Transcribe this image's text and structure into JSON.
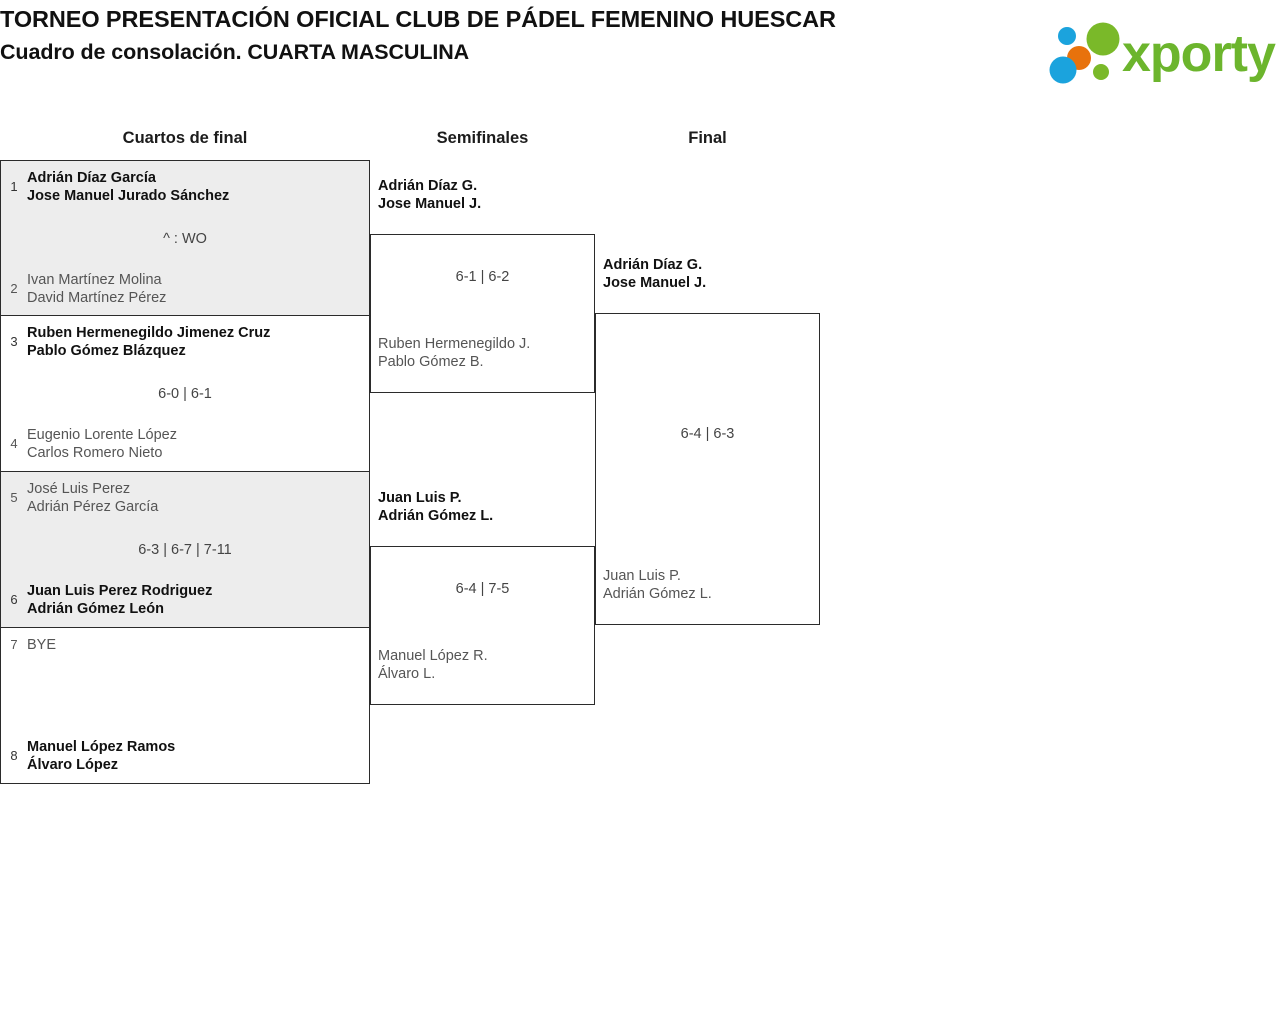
{
  "header": {
    "title_line1": "TORNEO PRESENTACIÓN OFICIAL CLUB DE PÁDEL FEMENINO HUESCAR",
    "title_line2": "Cuadro de consolación. CUARTA MASCULINA",
    "brand": {
      "name": "xporty",
      "text_color": "#6cb52d",
      "dot_blue": "#1ba3dd",
      "dot_orange": "#e8720c",
      "dot_green": "#7ab929"
    }
  },
  "rounds": [
    {
      "id": "qf",
      "label": "Cuartos de final"
    },
    {
      "id": "sf",
      "label": "Semifinales"
    },
    {
      "id": "f",
      "label": "Final"
    }
  ],
  "matches": {
    "qf1": {
      "score": "^ : WO",
      "top": {
        "seed": "1",
        "p1": "Adrián Díaz García",
        "p2": "Jose Manuel Jurado Sánchez",
        "winner": true
      },
      "bottom": {
        "seed": "2",
        "p1": "Ivan Martínez Molina",
        "p2": "David Martínez Pérez",
        "winner": false
      }
    },
    "qf2": {
      "score": "6-0 | 6-1",
      "top": {
        "seed": "3",
        "p1": "Ruben Hermenegildo Jimenez Cruz",
        "p2": "Pablo Gómez Blázquez",
        "winner": true
      },
      "bottom": {
        "seed": "4",
        "p1": "Eugenio Lorente López",
        "p2": "Carlos Romero Nieto",
        "winner": false
      }
    },
    "qf3": {
      "score": "6-3 | 6-7 | 7-11",
      "top": {
        "seed": "5",
        "p1": "José Luis Perez",
        "p2": "Adrián Pérez García",
        "winner": false
      },
      "bottom": {
        "seed": "6",
        "p1": "Juan Luis Perez Rodriguez",
        "p2": "Adrián Gómez León",
        "winner": true
      }
    },
    "qf4": {
      "score": "",
      "top": {
        "seed": "7",
        "p1": "BYE",
        "p2": "",
        "winner": false
      },
      "bottom": {
        "seed": "8",
        "p1": "Manuel López Ramos",
        "p2": "Álvaro López",
        "winner": true
      }
    },
    "sf1": {
      "score": "6-1 | 6-2",
      "top": {
        "seed": "",
        "p1": "Adrián Díaz G.",
        "p2": "Jose Manuel J.",
        "winner": true
      },
      "bottom": {
        "seed": "",
        "p1": "Ruben Hermenegildo J.",
        "p2": "Pablo Gómez B.",
        "winner": false
      }
    },
    "sf2": {
      "score": "6-4 | 7-5",
      "top": {
        "seed": "",
        "p1": "Juan Luis P.",
        "p2": "Adrián Gómez L.",
        "winner": true
      },
      "bottom": {
        "seed": "",
        "p1": "Manuel López R.",
        "p2": "Álvaro L.",
        "winner": false
      }
    },
    "final": {
      "score": "6-4 | 6-3",
      "top": {
        "seed": "",
        "p1": "Adrián Díaz G.",
        "p2": "Jose Manuel J.",
        "winner": true
      },
      "bottom": {
        "seed": "",
        "p1": "Juan Luis P.",
        "p2": "Adrián Gómez L.",
        "winner": false
      }
    }
  }
}
